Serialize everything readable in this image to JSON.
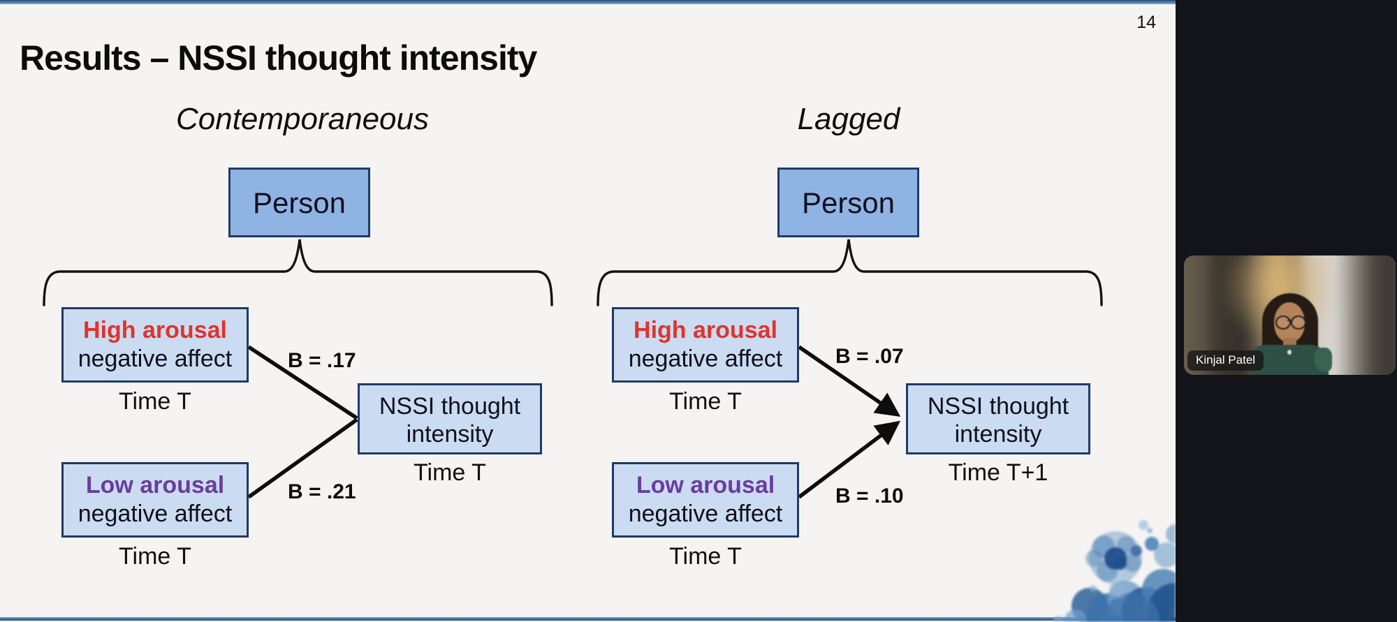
{
  "window": {
    "participant_name": "Kinjal Patel",
    "background_color": "#131419"
  },
  "slide": {
    "title": "Results – NSSI thought intensity",
    "page_number": "14",
    "colors": {
      "accent_bar": "#4a78ac",
      "slide_background": "#f5f4f2",
      "person_box_fill": "#8fb4e3",
      "predictor_box_fill": "#cbdcf2",
      "box_border": "#1f3a66",
      "high_arousal_text": "#e0342b",
      "low_arousal_text": "#6a3d9e",
      "ink_splash": "#3c74ab"
    },
    "diagrams": [
      {
        "id": "contemporaneous",
        "title": "Contemporaneous",
        "person": "Person",
        "predictors": [
          {
            "emphasis": "High arousal",
            "rest": "negative affect",
            "time": "Time T",
            "b": "B = .17"
          },
          {
            "emphasis": "Low arousal",
            "rest": "negative affect",
            "time": "Time T",
            "b": "B = .21"
          }
        ],
        "outcome": {
          "line1": "NSSI thought",
          "line2": "intensity",
          "time": "Time T"
        },
        "arrowheads": false
      },
      {
        "id": "lagged",
        "title": "Lagged",
        "person": "Person",
        "predictors": [
          {
            "emphasis": "High arousal",
            "rest": "negative affect",
            "time": "Time T",
            "b": "B = .07"
          },
          {
            "emphasis": "Low arousal",
            "rest": "negative affect",
            "time": "Time T",
            "b": "B = .10"
          }
        ],
        "outcome": {
          "line1": "NSSI thought",
          "line2": "intensity",
          "time": "Time T+1"
        },
        "arrowheads": true
      }
    ]
  }
}
